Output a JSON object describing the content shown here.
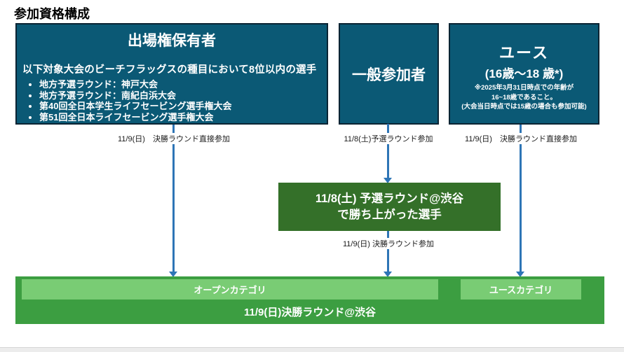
{
  "page": {
    "title": "参加資格構成"
  },
  "boxes": {
    "holders": {
      "title": "出場権保有者",
      "subtitle": "以下対象大会のビーチフラッグスの種目において8位以内の選手",
      "bullets": [
        "地方予選ラウンド：神戸大会",
        "地方予選ラウンド：南紀白浜大会",
        "第40回全日本学生ライフセービング選手権大会",
        "第51回全日本ライフセービング選手権大会"
      ],
      "arrow_label": "11/9(日)　決勝ラウンド直接参加"
    },
    "general": {
      "title": "一般参加者",
      "arrow_label": "11/8(土)予選ラウンド参加"
    },
    "youth": {
      "title": "ユース",
      "subtitle": "(16歳〜18 歳*)",
      "notes": [
        "※2025年3月31日時点での年齢が",
        "16~18歳であること。",
        "(大会当日時点では15歳の場合も参加可能)"
      ],
      "arrow_label": "11/9(日)　決勝ラウンド直接参加"
    }
  },
  "qualifier_box": {
    "line1": "11/8(土) 予選ラウンド@渋谷",
    "line2": "で勝ち上がった選手",
    "arrow_label": "11/9(日) 決勝ラウンド参加"
  },
  "final_bar": {
    "open_category": "オープンカテゴリ",
    "youth_category": "ユースカテゴリ",
    "label": "11/9(日)決勝ラウンド@渋谷"
  },
  "colors": {
    "box-teal": "#0B5975",
    "box-teal-border": "#0A2433",
    "qualifier-green": "#347029",
    "final-green": "#3C9E41",
    "category-green": "#79CC74",
    "arrow-blue": "#2E75B6",
    "text-dark": "#1A1A1A"
  }
}
